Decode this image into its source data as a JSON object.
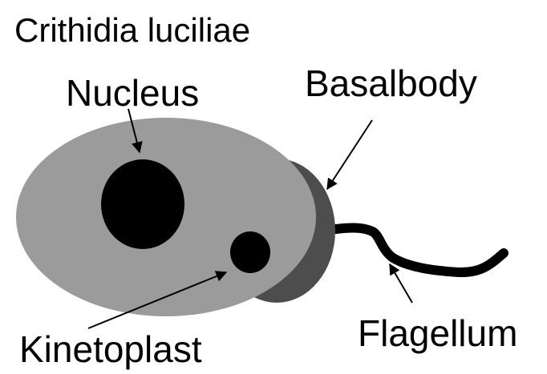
{
  "title": "Crithidia luciliae",
  "labels": {
    "nucleus": "Nucleus",
    "basal_body": "Basalbody",
    "kinetoplast": "Kinetoplast",
    "flagellum": "Flagellum"
  },
  "colors": {
    "cell_body": "#9b9b9b",
    "cell_shadow": "#4d4d4d",
    "organelle": "#000000",
    "background": "#ffffff"
  }
}
